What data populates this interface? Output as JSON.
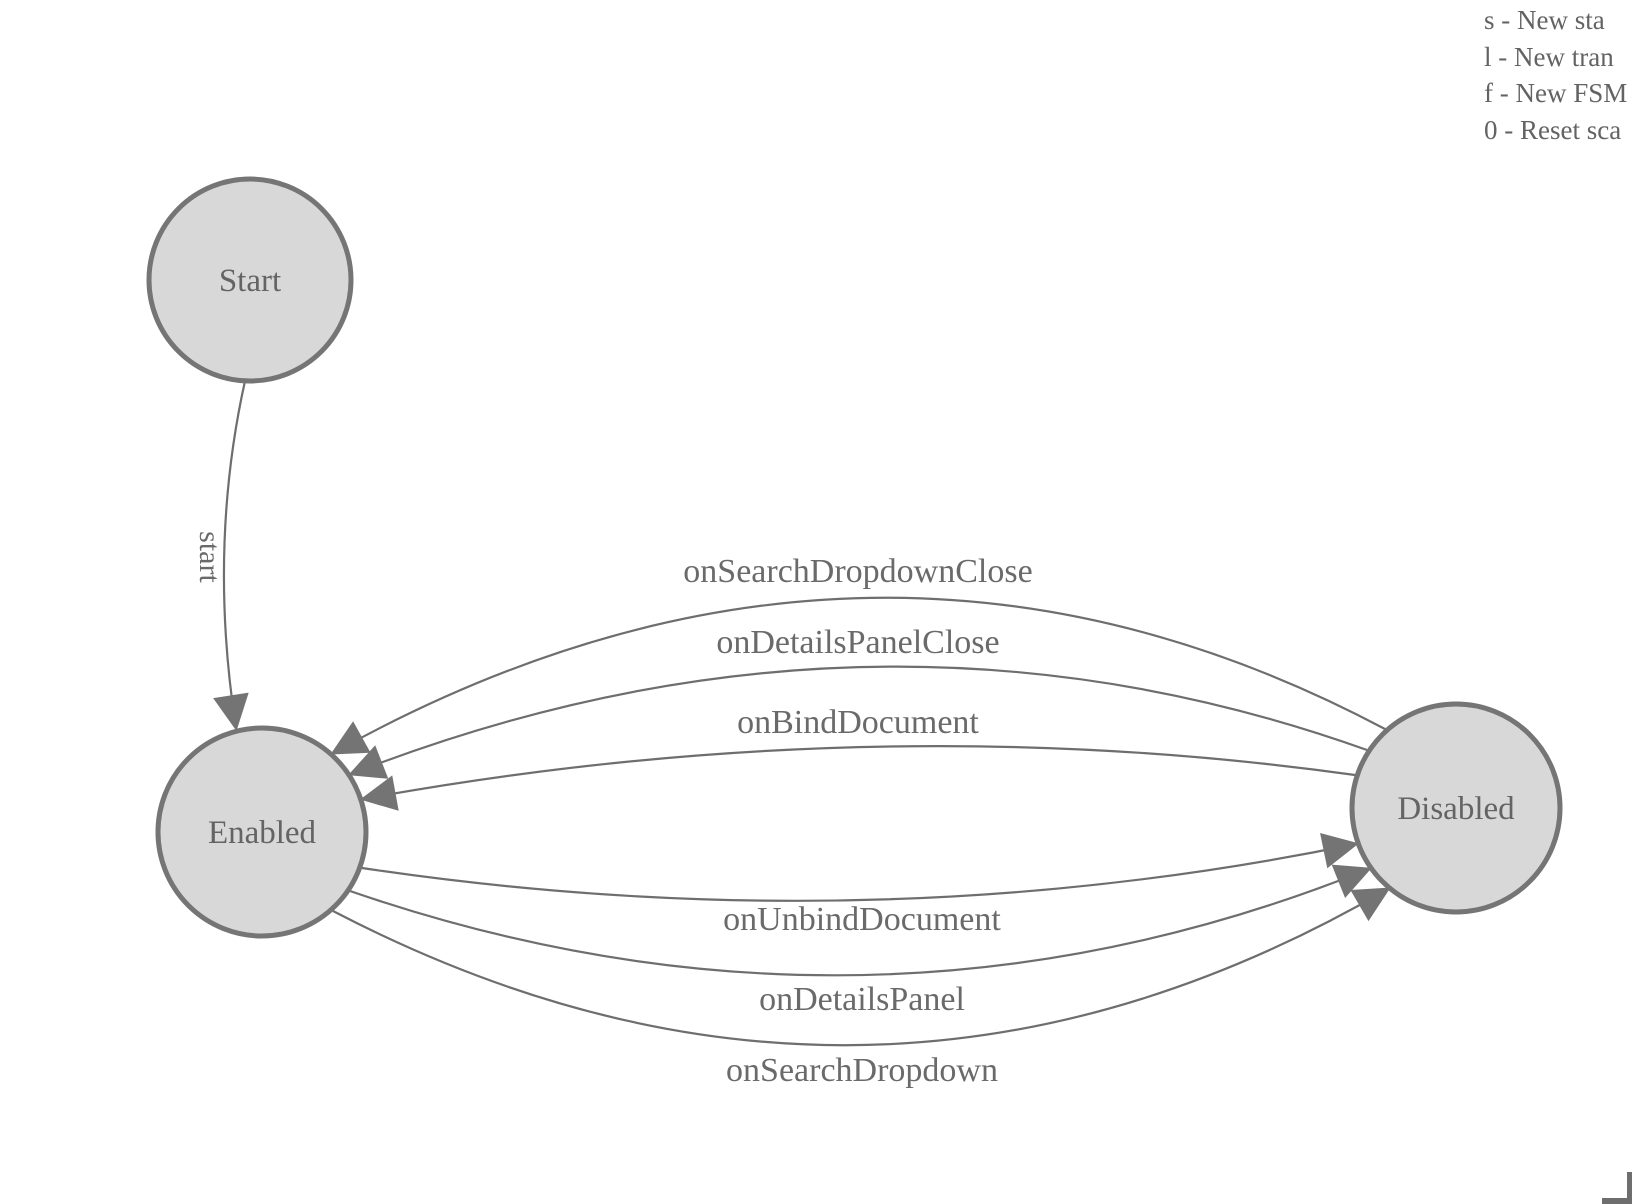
{
  "legend": {
    "items": [
      {
        "label": "s - New sta"
      },
      {
        "label": "l - New tran"
      },
      {
        "label": "f - New FSM"
      },
      {
        "label": "0 - Reset sca"
      }
    ]
  },
  "fsm": {
    "states": [
      {
        "id": "start",
        "label": "Start"
      },
      {
        "id": "enabled",
        "label": "Enabled"
      },
      {
        "id": "disabled",
        "label": "Disabled"
      }
    ],
    "transitions": [
      {
        "label": "start",
        "from": "Start",
        "to": "Enabled"
      },
      {
        "label": "onSearchDropdownClose",
        "from": "Disabled",
        "to": "Enabled"
      },
      {
        "label": "onDetailsPanelClose",
        "from": "Disabled",
        "to": "Enabled"
      },
      {
        "label": "onBindDocument",
        "from": "Disabled",
        "to": "Enabled"
      },
      {
        "label": "onUnbindDocument",
        "from": "Enabled",
        "to": "Disabled"
      },
      {
        "label": "onDetailsPanel",
        "from": "Enabled",
        "to": "Disabled"
      },
      {
        "label": "onSearchDropdown",
        "from": "Enabled",
        "to": "Disabled"
      }
    ]
  },
  "colors": {
    "node_fill": "#d8d8d8",
    "node_stroke": "#757575",
    "edge_stroke": "#6e6e6e",
    "arrow_fill": "#747474",
    "label_text": "#6a6a6a",
    "legend_text": "#636363"
  }
}
